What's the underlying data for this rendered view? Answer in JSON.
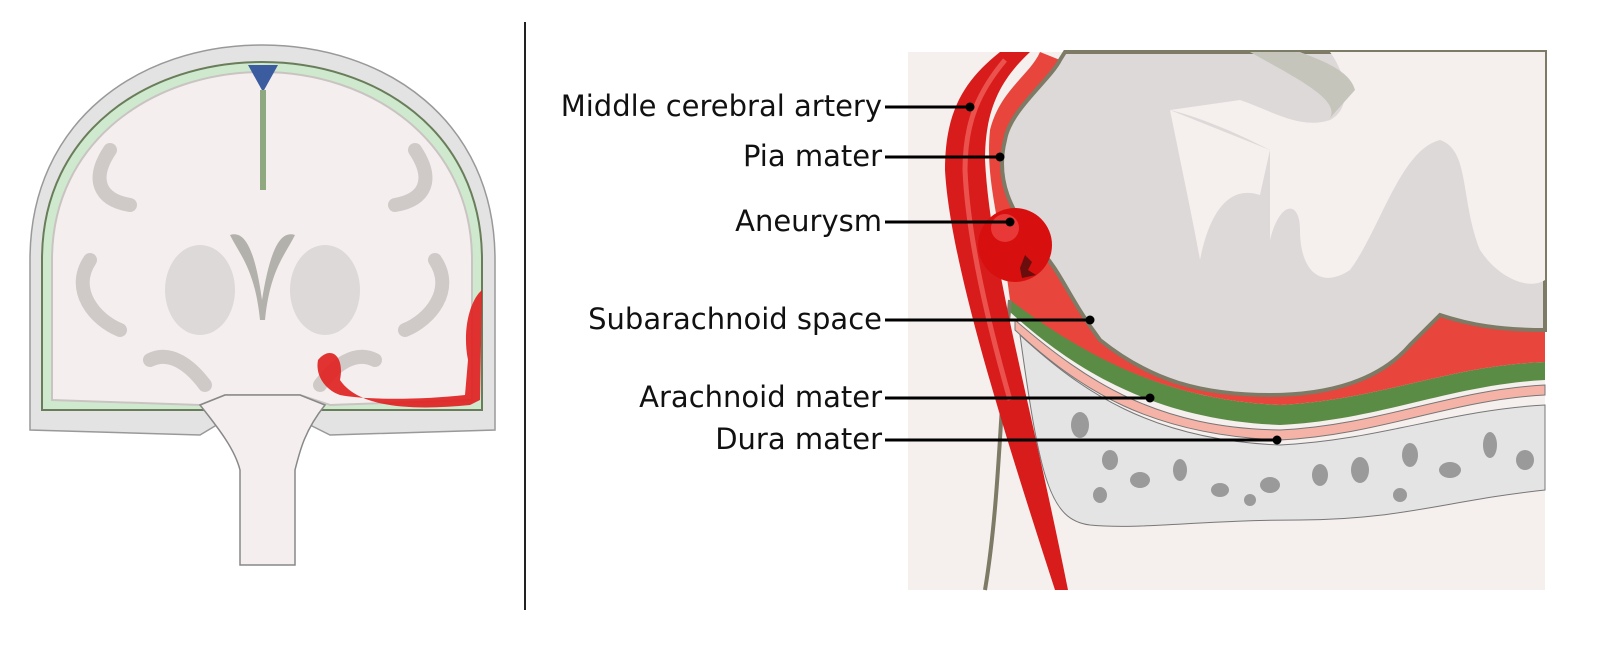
{
  "labels": {
    "middle_cerebral_artery": "Middle cerebral artery",
    "pia_mater": "Pia mater",
    "aneurysm": "Aneurysm",
    "subarachnoid_space": "Subarachnoid space",
    "arachnoid_mater": "Arachnoid mater",
    "dura_mater": "Dura mater"
  },
  "colors": {
    "blood": "#e8453c",
    "artery": "#d81c1c",
    "arachnoid": "#5b8c46",
    "dura": "#f4b3a6",
    "brain": "#dcd9d8",
    "bone": "#e4e4e4",
    "background": "#f5efee"
  }
}
